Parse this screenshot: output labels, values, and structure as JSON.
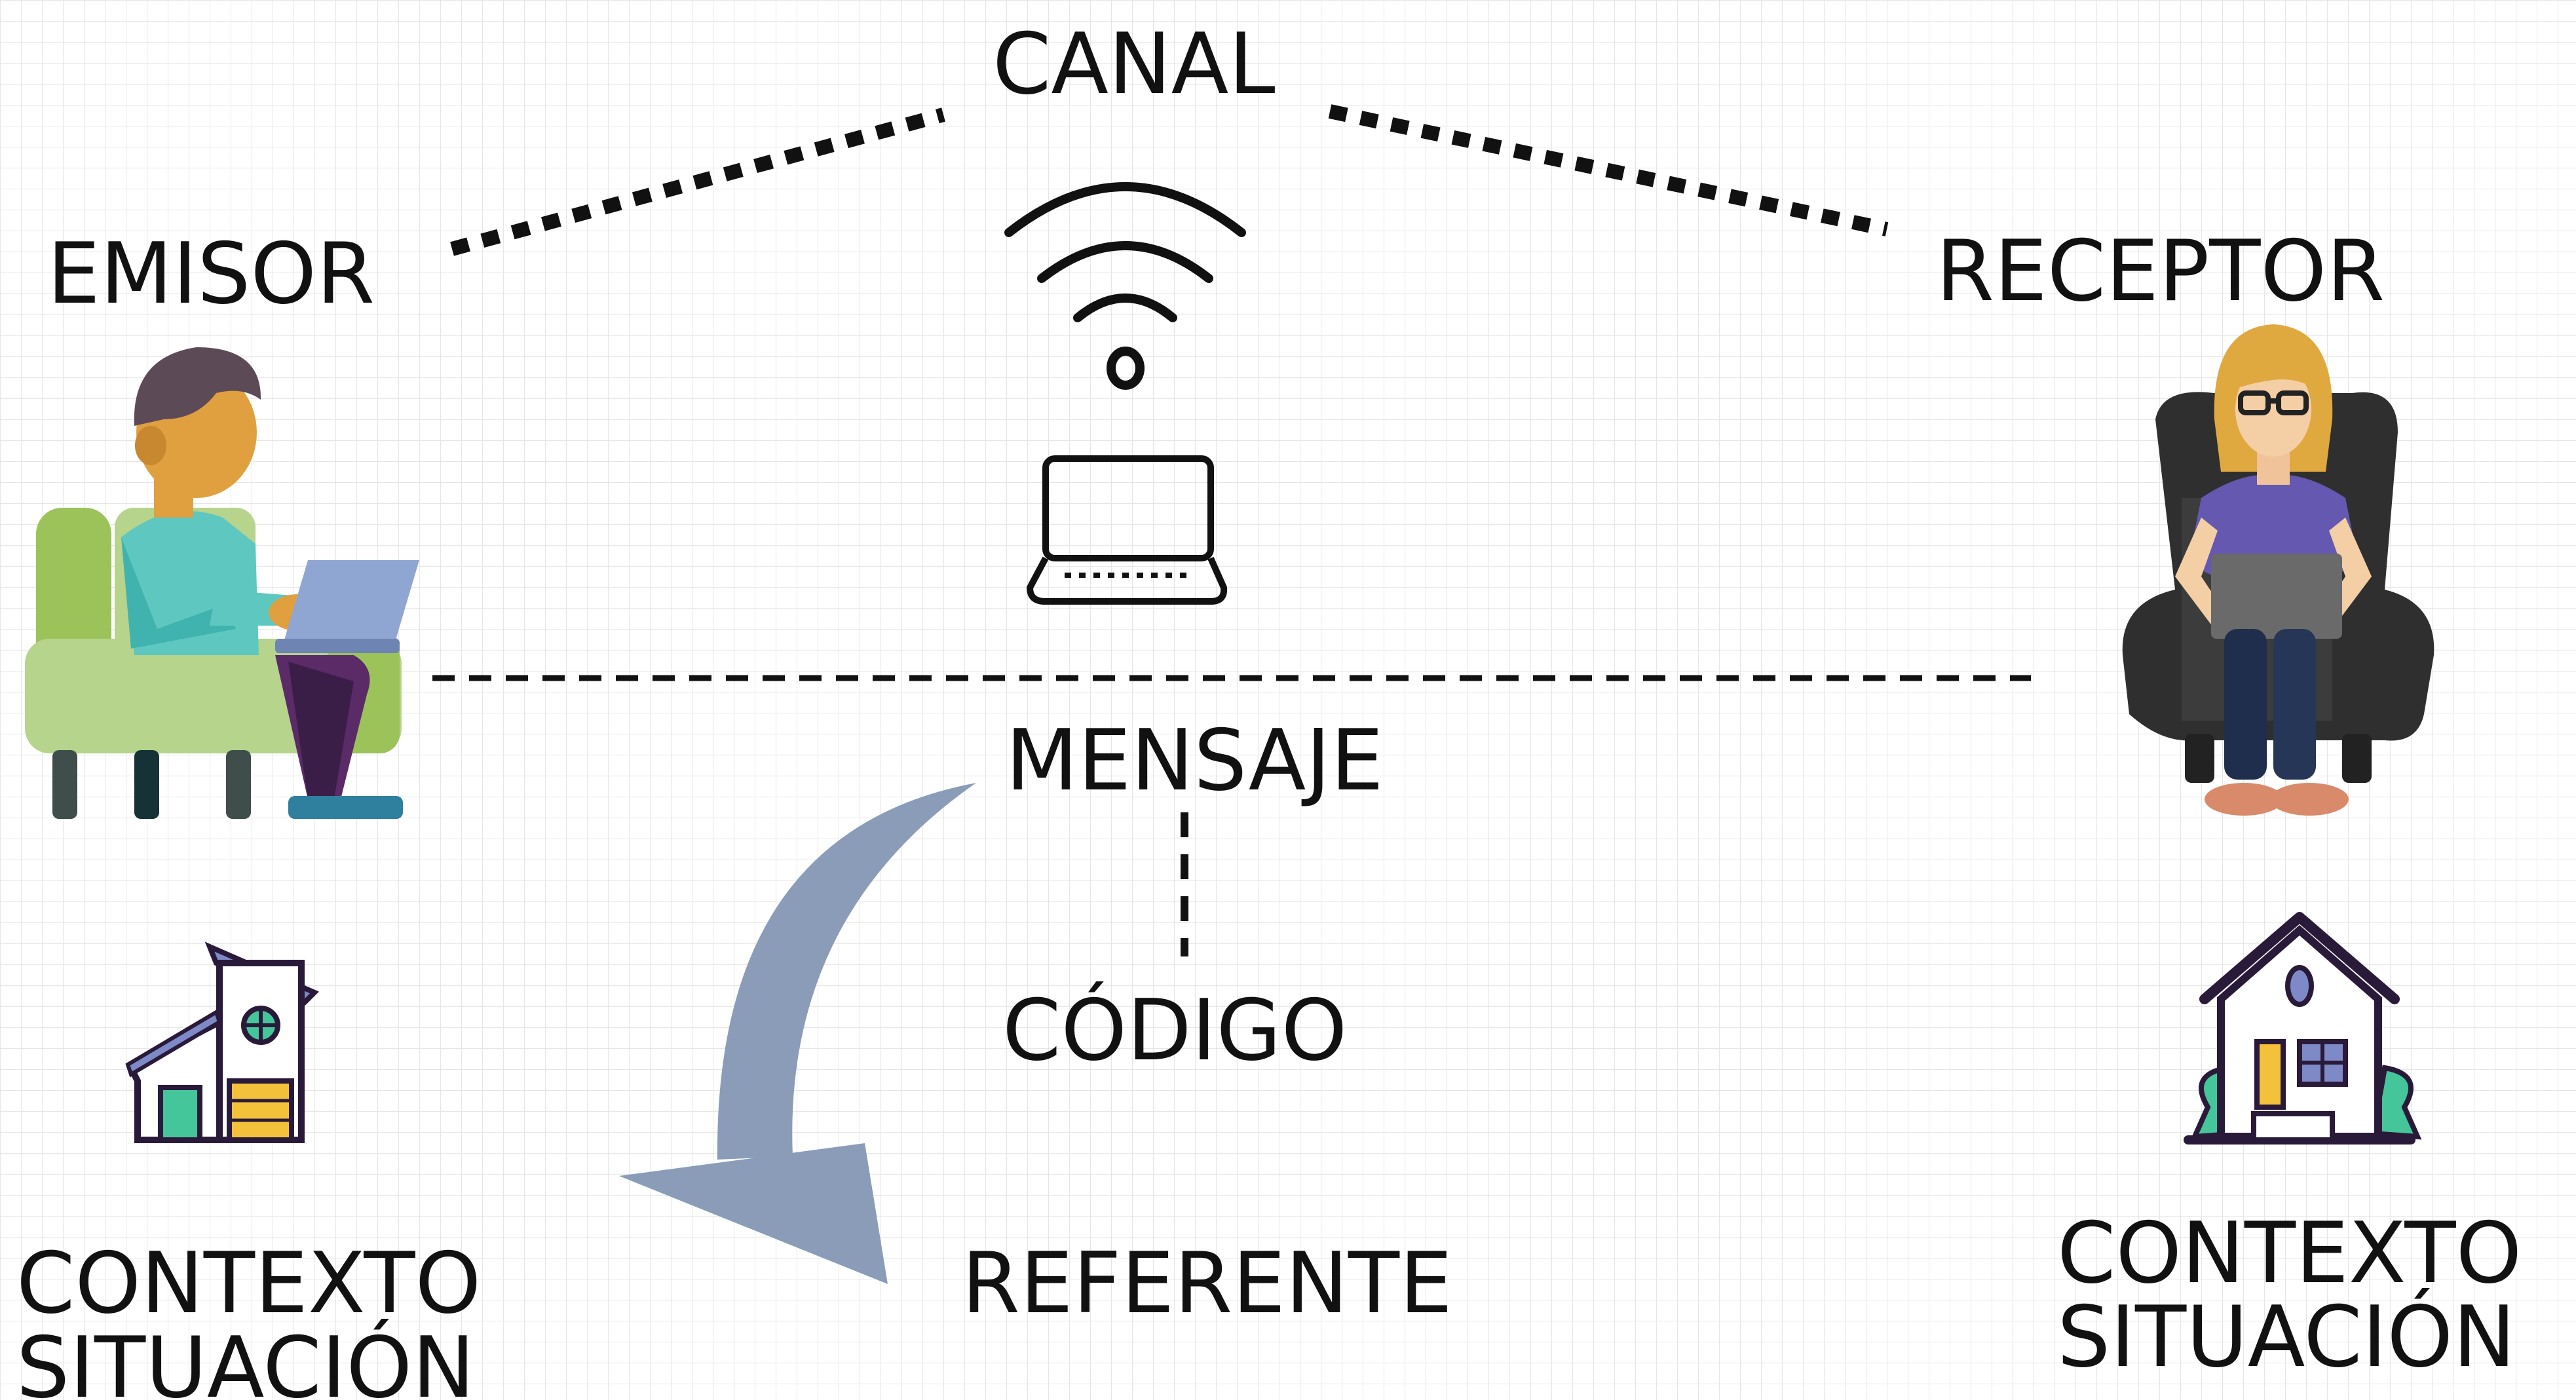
{
  "labels": {
    "canal": "CANAL",
    "emisor": "EMISOR",
    "receptor": "RECEPTOR",
    "mensaje": "MENSAJE",
    "codigo": "CÓDIGO",
    "referente": "REFERENTE",
    "contexto_left": "CONTEXTO",
    "situacion_left": "SITUACIÓN",
    "contexto_right": "CONTEXTO",
    "situacion_right": "SITUACIÓN"
  },
  "icons": {
    "sender": "person-with-laptop-icon",
    "receiver": "woman-with-laptop-icon",
    "wifi": "wifi-icon",
    "laptop": "laptop-icon",
    "house_left": "house-icon",
    "house_right": "house-icon",
    "arrow": "curved-arrow-icon"
  },
  "colors": {
    "text": "#111111",
    "grid": "#e3e3e3",
    "arrow": "#8a9cb8",
    "armchair_green": "#b6d48c",
    "armchair_dark": "#3a3a3a"
  }
}
